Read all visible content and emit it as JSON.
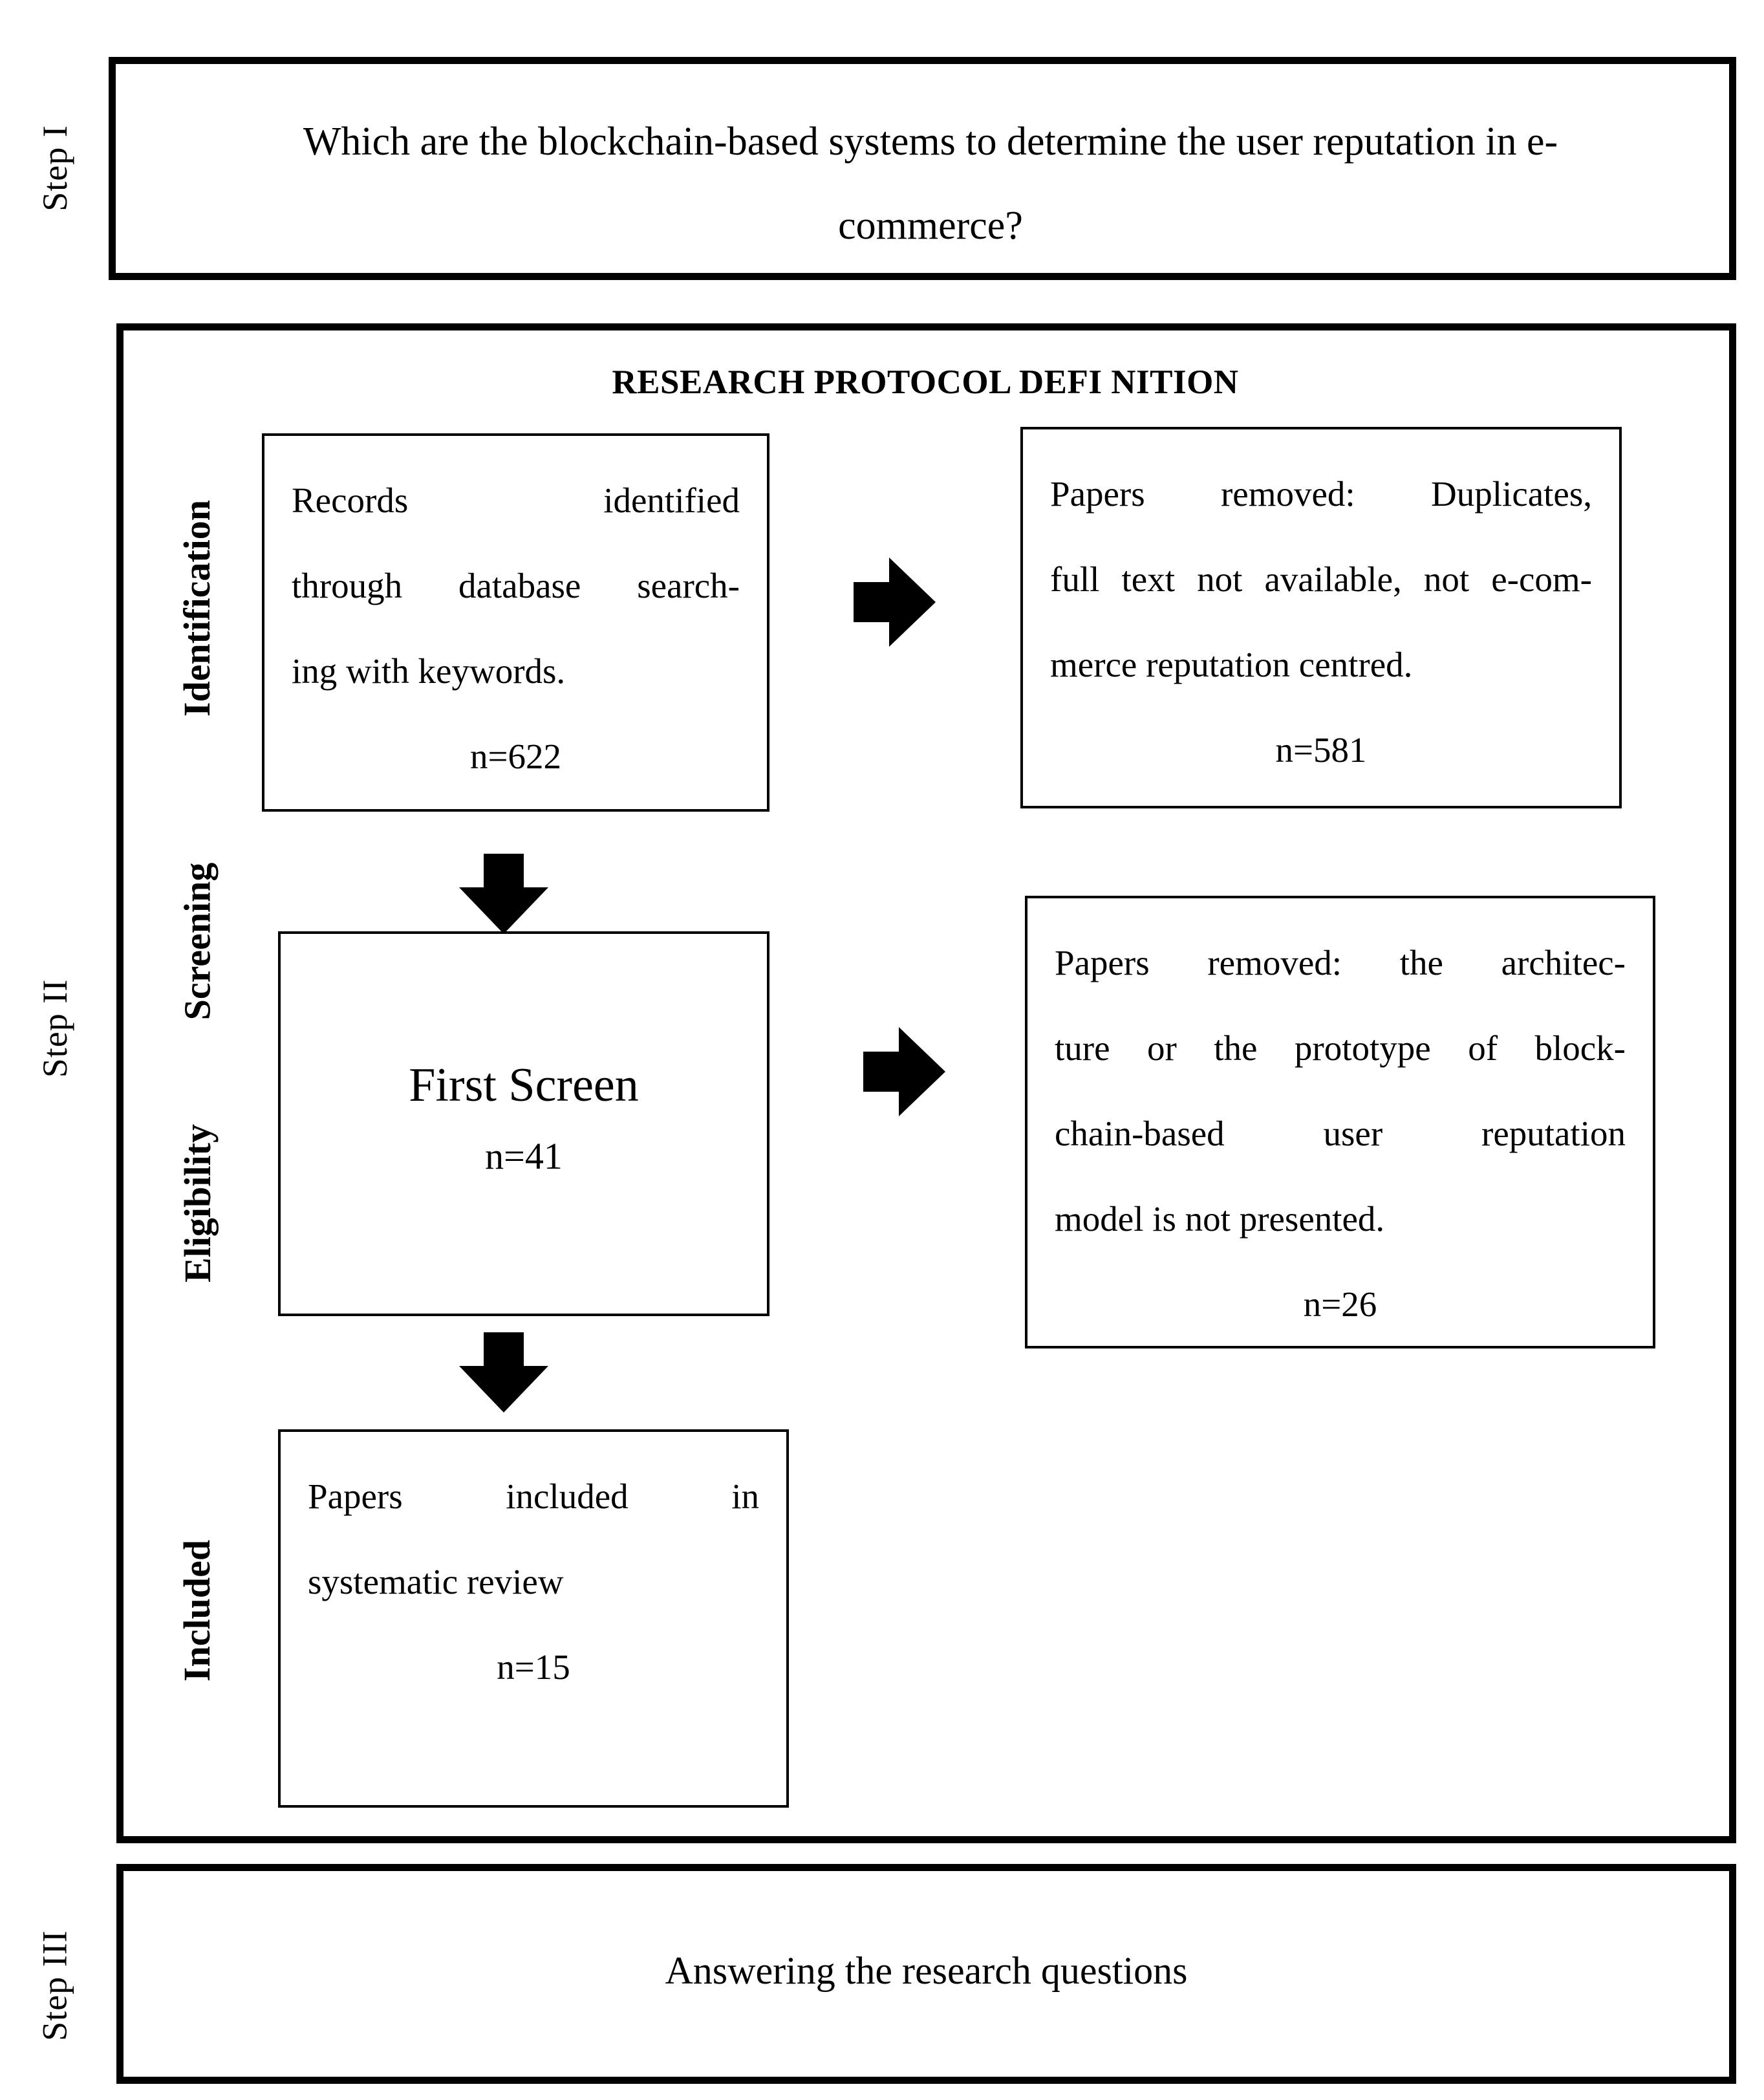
{
  "steps": {
    "step1_label": "Step I",
    "step2_label": "Step II",
    "step3_label": "Step III"
  },
  "step1": {
    "question": "Which are the blockchain-based systems to determine the user reputation in e-commerce?"
  },
  "step2": {
    "heading": "RESEARCH PROTOCOL DEFI NITION",
    "stages": {
      "identification": "Identification",
      "screening": "Screening",
      "eligibility": "Eligibility",
      "included": "Included"
    },
    "boxes": {
      "records": {
        "line1": "Records identified",
        "line2": "through database search-",
        "line3": "ing with keywords.",
        "n": "n=622"
      },
      "removed_identification": {
        "line1": "Papers removed:  Duplicates,",
        "line2": "full text not available, not e-com-",
        "line3": "merce reputation centred.",
        "n": "n=581"
      },
      "first_screen": {
        "title": "First Screen",
        "n": "n=41"
      },
      "removed_eligibility": {
        "line1": "Papers removed: the architec-",
        "line2": "ture or the prototype of block-",
        "line3": "chain-based user reputation",
        "line4": "model is not presented.",
        "n": "n=26"
      },
      "included": {
        "line1": "Papers included in",
        "line2": "systematic review",
        "n": "n=15"
      }
    },
    "arrows": {
      "right_1": "right-arrow-icon",
      "right_2": "right-arrow-icon",
      "down_1": "down-arrow-icon",
      "down_2": "down-arrow-icon"
    }
  },
  "step3": {
    "text": "Answering the research questions"
  },
  "colors": {
    "stroke": "#000000",
    "background": "#ffffff"
  }
}
